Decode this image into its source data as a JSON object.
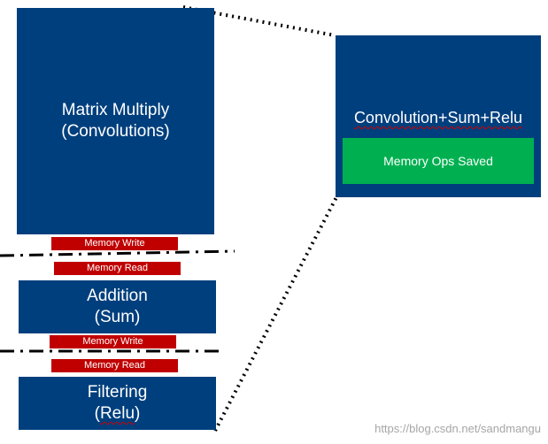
{
  "blocks": {
    "matrix_multiply": {
      "line1": "Matrix Multiply",
      "line2": "(Convolutions)"
    },
    "addition": {
      "line1": "Addition",
      "line2": "(Sum)"
    },
    "filtering": {
      "line1": "Filtering",
      "line2_paren_open": "(",
      "line2_word": "Relu",
      "line2_paren_close": ")"
    }
  },
  "memory_ops": {
    "write_1": "Memory Write",
    "read_1": "Memory Read",
    "write_2": "Memory Write",
    "read_2": "Memory Read"
  },
  "fused": {
    "title": "Convolution+Sum+Relu",
    "saved_label": "Memory Ops Saved"
  },
  "watermark": "https://blog.csdn.net/sandmangu",
  "colors": {
    "block_blue": "#003f7d",
    "memory_red": "#c00000",
    "saved_green": "#00b050"
  }
}
